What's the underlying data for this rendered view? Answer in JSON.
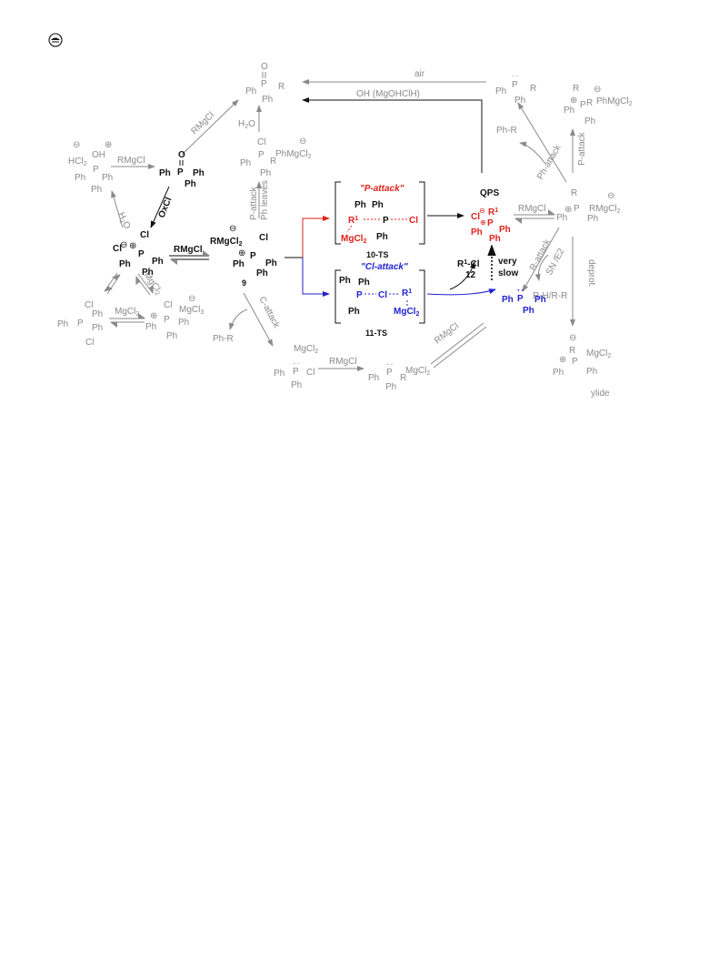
{
  "badge": {
    "icon": "cookie-badge-icon"
  },
  "colors": {
    "grey": "#8a8a8a",
    "black": "#111111",
    "red": "#e0201b",
    "blue": "#2222d0"
  },
  "species": {
    "oxide_top": {
      "o": "O",
      "p": "P",
      "ph1": "Ph",
      "r": "R",
      "ph2": "Ph"
    },
    "phosphine_tr": {
      "p": "P",
      "ph1": "Ph",
      "r": "R",
      "ph2": "Ph"
    },
    "phosphonium_tr": {
      "r1": "R",
      "r2": "R",
      "p": "P",
      "ph1": "Ph",
      "ph2": "Ph",
      "counter": "PhMgCl",
      "counter_sub": "2"
    },
    "hydroxy_left": {
      "h": "H",
      "cl": "Cl",
      "cl_sub": "2",
      "oh": "OH",
      "p": "P",
      "ph1": "Ph",
      "ph2": "Ph",
      "ph3": "Ph"
    },
    "tppo": {
      "o": "O",
      "p": "P",
      "ph1": "Ph",
      "ph2": "Ph",
      "ph3": "Ph"
    },
    "ph_leaves": {
      "cl": "Cl",
      "p": "P",
      "ph1": "Ph",
      "r": "R",
      "ph2": "Ph",
      "counter": "PhMgCl",
      "counter_sub": "2"
    },
    "chlorophosphonium": {
      "cl1": "Cl",
      "cl2": "Cl",
      "p": "P",
      "ph1": "Ph",
      "ph2": "Ph",
      "ph3": "Ph"
    },
    "int9": {
      "label": "9",
      "counter": "RMgCl",
      "counter_sub": "2",
      "cl": "Cl",
      "p": "P",
      "ph1": "Ph",
      "ph2": "Ph",
      "ph3": "Ph"
    },
    "ts10": {
      "title": "\"P-attack\"",
      "label": "10-TS",
      "ph1": "Ph",
      "ph2": "Ph",
      "ph3": "Ph",
      "r1": "R",
      "r1_sup": "1",
      "p": "P",
      "cl": "Cl",
      "mg": "MgCl",
      "mg_sub": "2"
    },
    "ts11": {
      "title": "\"Cl-attack\"",
      "label": "11-TS",
      "ph1": "Ph",
      "ph2": "Ph",
      "ph3": "Ph",
      "p": "P",
      "cl": "Cl",
      "r1": "R",
      "r1_sup": "1",
      "mg": "MgCl",
      "mg_sub": "2"
    },
    "qps": {
      "label": "QPS",
      "cl": "Cl",
      "r1": "R",
      "r1_sup": "1",
      "p": "P",
      "ph1": "Ph",
      "ph2": "Ph",
      "ph3": "Ph"
    },
    "r1cl": {
      "r": "R",
      "sup": "1",
      "rest": "-Cl",
      "label": "12"
    },
    "tpp_blue": {
      "p": "P",
      "ph1": "Ph",
      "ph2": "Ph",
      "ph3": "Ph"
    },
    "rphos_right": {
      "r": "R",
      "p": "P",
      "ph1": "Ph",
      "ph2": "Ph",
      "counter": "RMgCl",
      "counter_sub": "2"
    },
    "pcl5": {
      "cl1": "Cl",
      "cl2": "Cl",
      "p": "P",
      "ph1": "Ph",
      "ph2": "Ph",
      "ph3": "Ph"
    },
    "pcl3": {
      "cl": "Cl",
      "p": "P",
      "ph1": "Ph",
      "ph2": "Ph",
      "ph3": "Ph",
      "counter": "MgCl",
      "counter_sub": "3"
    },
    "ylide": {
      "r": "R",
      "p": "P",
      "ph1": "Ph",
      "ph2": "Ph",
      "counter": "MgCl",
      "counter_sub": "2",
      "label": "ylide"
    },
    "chlorophosphine": {
      "p": "P",
      "ph1": "Ph",
      "cl": "Cl",
      "ph2": "Ph",
      "counter": "MgCl",
      "counter_sub": "2"
    },
    "alkylphosphine": {
      "p": "P",
      "ph1": "Ph",
      "r": "R",
      "ph2": "Ph",
      "counter": "MgCl",
      "counter_sub": "2"
    }
  },
  "arrows": {
    "air": "air",
    "oh_mg": "OH (MgOHClH)",
    "rmgcl_oxide": "RMgCl",
    "h2o_top": {
      "h": "H",
      "sub": "2",
      "o": "O"
    },
    "ph_r": "Ph-R",
    "ph_attack": "Ph-attack",
    "p_attack_right": "P-attack",
    "rmgcl_left": "RMgCl",
    "h2o_left": {
      "h": "H",
      "sub": "2",
      "o": "O"
    },
    "oxcl": "OxCl",
    "p_attack": "P-attack",
    "ph_leaves": "Ph leaves",
    "rmgcl_main": "RMgCl",
    "rmgcl_qps": "RMgCl",
    "very_slow_1": "very",
    "very_slow_2": "slow",
    "r_attack": "R-attack",
    "sn_e2": "SN /E2",
    "deprot": "deprot.",
    "rh": "R-H/R-R",
    "mgcl2_eq": {
      "pre": "MgCl",
      "sub": "2"
    },
    "mgcl2_right": {
      "pre": "MgCl",
      "sub": "2"
    },
    "c_attack": "C-attack",
    "ph_r_bottom": "Ph-R",
    "rmgcl_bottom": "RMgCl",
    "rmgcl_diag": "RMgCl"
  }
}
